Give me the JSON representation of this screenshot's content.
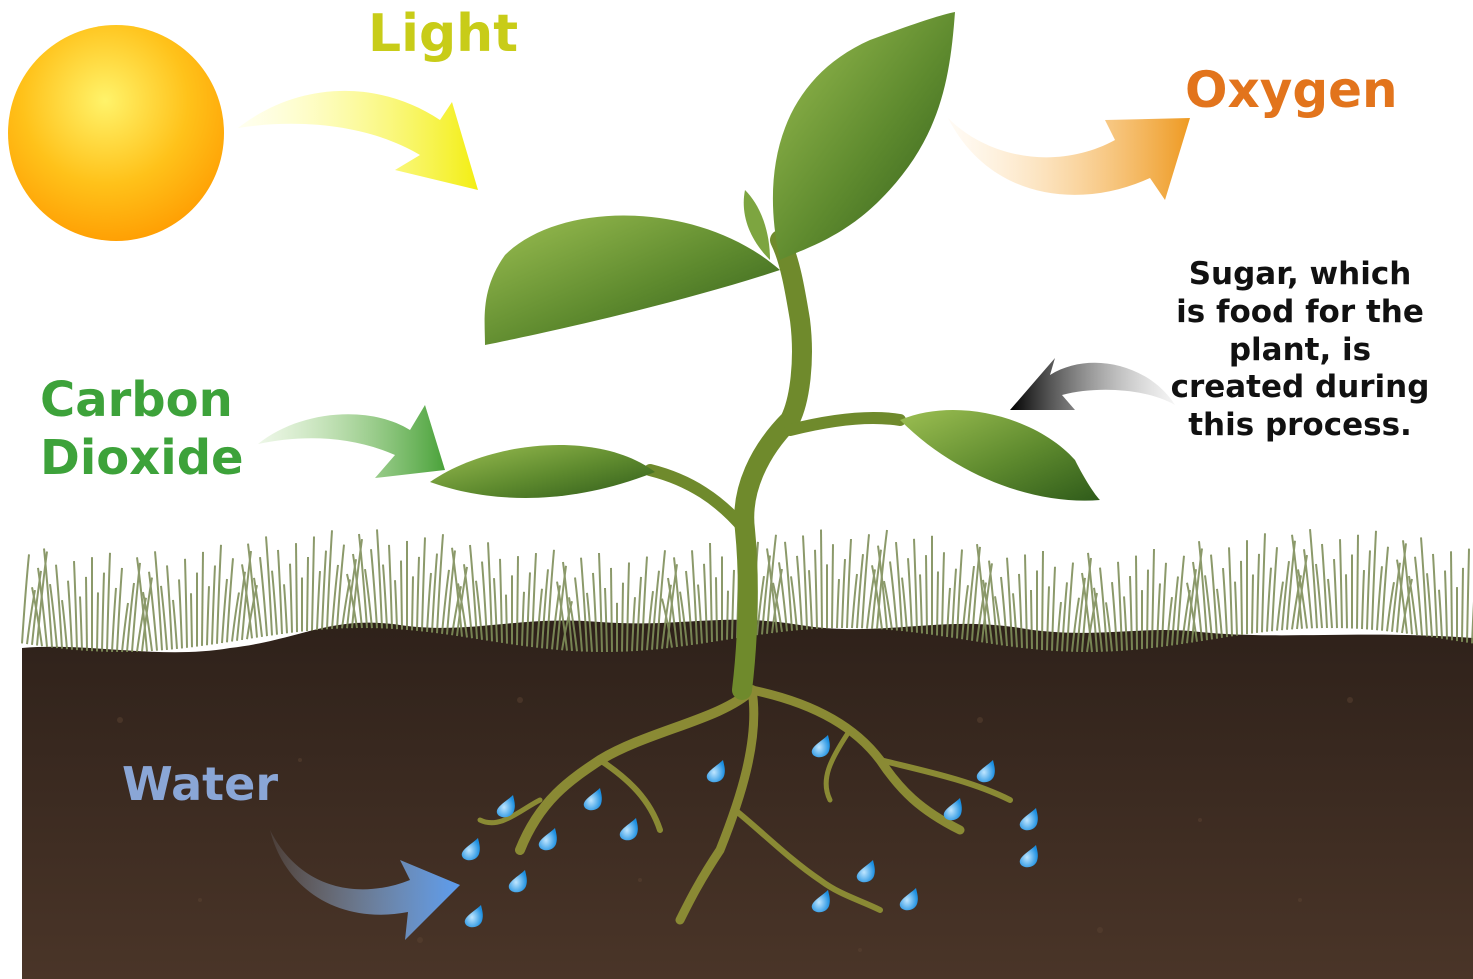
{
  "labels": {
    "light": "Light",
    "oxygen": "Oxygen",
    "carbon_dioxide_line1": "Carbon",
    "carbon_dioxide_line2": "Dioxide",
    "water": "Water",
    "sugar": "Sugar, which is food for the plant, is created during this process."
  },
  "colors": {
    "light": "#c8cc18",
    "oxygen": "#e2741c",
    "carbon_dioxide": "#3da23a",
    "water": "#8aa6d6",
    "sugar": "#111111",
    "sun": "#ffc21a",
    "soil": "#3b2a20",
    "grass": "#7f8f5a",
    "leaf": "#5e8a2e",
    "stem": "#6f8a2c",
    "root": "#8a8a34",
    "water_drop": "#3fa8ea"
  }
}
